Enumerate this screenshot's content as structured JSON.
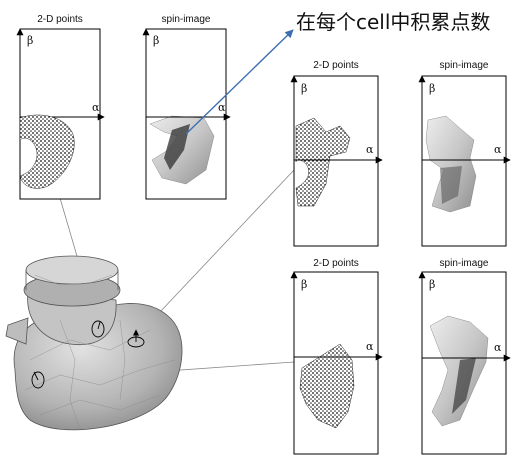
{
  "annotation": {
    "text": "在每个cell中积累点数"
  },
  "panels": {
    "top_left_points": {
      "title": "2-D points",
      "alpha": "α",
      "beta": "β"
    },
    "top_left_spin": {
      "title": "spin-image",
      "alpha": "α",
      "beta": "β"
    },
    "right1_points": {
      "title": "2-D points",
      "alpha": "α",
      "beta": "β"
    },
    "right1_spin": {
      "title": "spin-image",
      "alpha": "α",
      "beta": "β"
    },
    "right2_points": {
      "title": "2-D points",
      "alpha": "α",
      "beta": "β"
    },
    "right2_spin": {
      "title": "spin-image",
      "alpha": "α",
      "beta": "β"
    }
  },
  "colors": {
    "arrow": "#3d6fb0",
    "line": "#000000",
    "connector": "#777777",
    "duck": "#b9b9b9"
  }
}
